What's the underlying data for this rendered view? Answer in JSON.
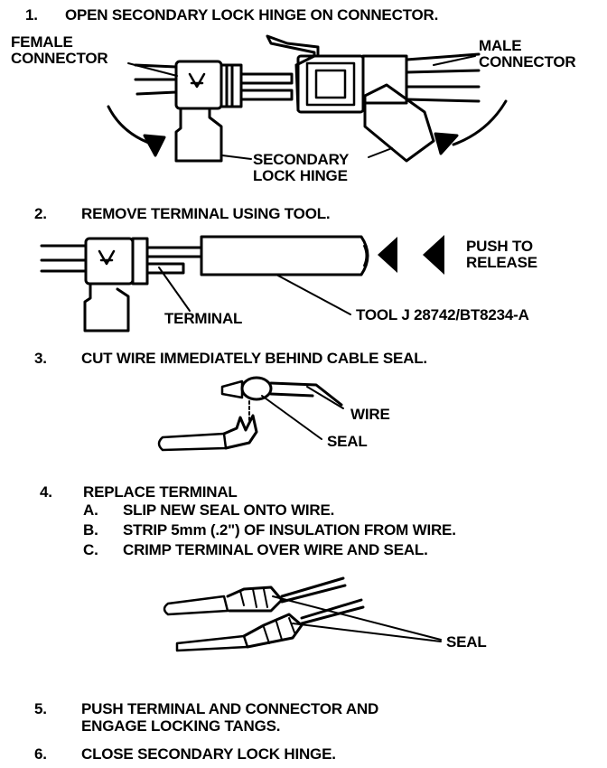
{
  "steps": [
    {
      "num": "1.",
      "text": "OPEN SECONDARY LOCK HINGE ON CONNECTOR."
    },
    {
      "num": "2.",
      "text": "REMOVE TERMINAL USING TOOL."
    },
    {
      "num": "3.",
      "text": "CUT WIRE IMMEDIATELY BEHIND CABLE SEAL."
    },
    {
      "num": "4.",
      "text": "REPLACE TERMINAL"
    },
    {
      "num": "5.",
      "text": "PUSH TERMINAL AND CONNECTOR AND",
      "text2": "ENGAGE LOCKING TANGS."
    },
    {
      "num": "6.",
      "text": "CLOSE SECONDARY LOCK HINGE."
    }
  ],
  "substeps": [
    {
      "letter": "A.",
      "text": "SLIP NEW SEAL ONTO WIRE."
    },
    {
      "letter": "B.",
      "text": "STRIP 5mm (.2\") OF INSULATION FROM WIRE."
    },
    {
      "letter": "C.",
      "text": "CRIMP TERMINAL OVER WIRE AND SEAL."
    }
  ],
  "labels": {
    "female_connector": [
      "FEMALE",
      "CONNECTOR"
    ],
    "male_connector": [
      "MALE",
      "CONNECTOR"
    ],
    "secondary_lock_hinge": [
      "SECONDARY",
      "LOCK HINGE"
    ],
    "push_to_release": [
      "PUSH TO",
      "RELEASE"
    ],
    "terminal": "TERMINAL",
    "tool": "TOOL J 28742/BT8234-A",
    "wire": "WIRE",
    "seal": "SEAL",
    "seal_2": "SEAL"
  },
  "colors": {
    "ink": "#000000",
    "paper": "#ffffff"
  }
}
